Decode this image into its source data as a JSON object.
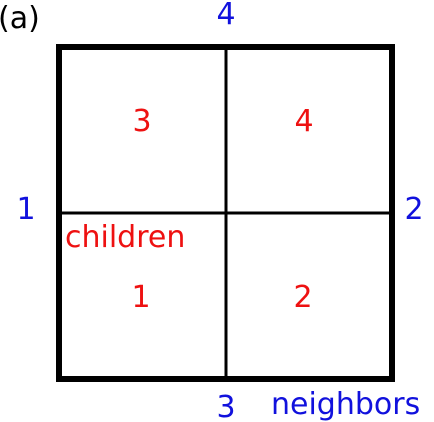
{
  "panel_label": "(a)",
  "neighbors": {
    "top": "4",
    "left": "1",
    "right": "2",
    "bottom": "3",
    "label": "neighbors",
    "color": "#1111dd"
  },
  "children": {
    "label": "children",
    "top_left": "3",
    "top_right": "4",
    "bottom_left": "1",
    "bottom_right": "2",
    "color": "#ee1111"
  },
  "line_color": "#000000"
}
